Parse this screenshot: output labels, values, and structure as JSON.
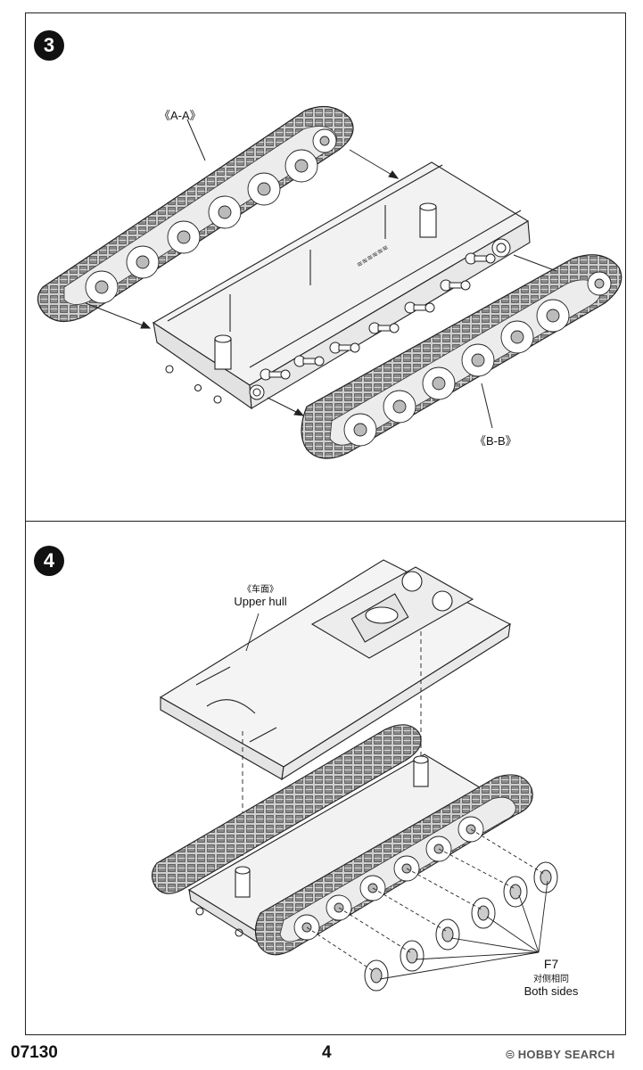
{
  "steps": [
    {
      "number": "3",
      "labels": {
        "track_left": "《A-A》",
        "track_right": "《B-B》"
      }
    },
    {
      "number": "4",
      "upper_hull": {
        "zh": "《车面》",
        "en": "Upper hull"
      },
      "part": {
        "code": "F7",
        "zh": "对侧相同",
        "en": "Both sides"
      }
    }
  ],
  "footer": {
    "kit_number": "07130",
    "page_number": "4"
  },
  "watermark": {
    "text": "HOBBY SEARCH"
  }
}
